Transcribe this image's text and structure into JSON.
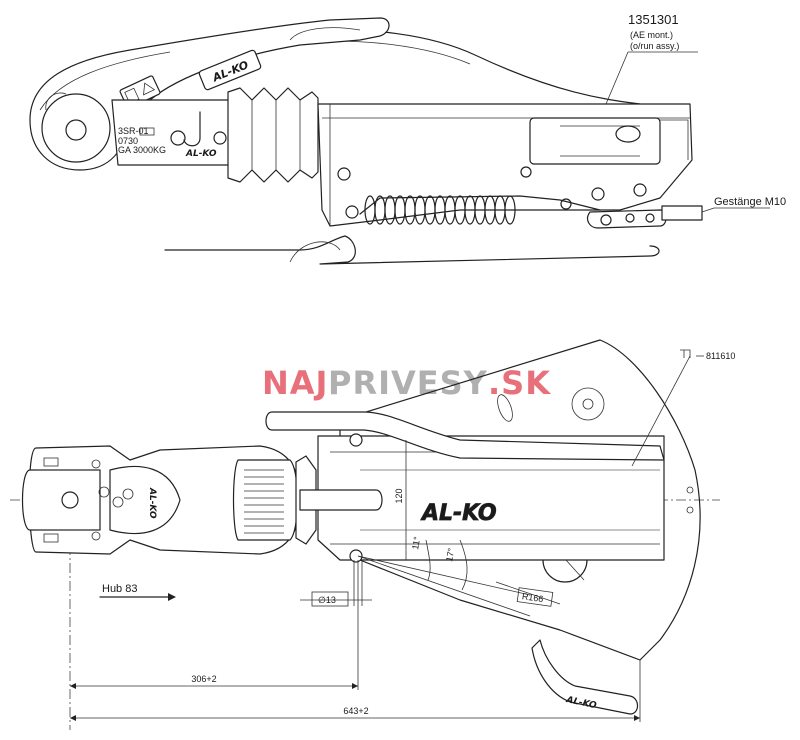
{
  "top_view": {
    "part_number": "1351301",
    "part_note_1": "(AE mont.)",
    "part_note_2": "(o/run assy.)",
    "rod_label": "Gestänge M10",
    "logo_text": "AL-KO",
    "handle_logo_text": "AL-KO",
    "plate_code": "3SR-01",
    "plate_code_2": "0730",
    "plate_capacity": "GA 3000KG"
  },
  "bottom_view": {
    "part_ref": "811610",
    "stroke_label": "Hub 83",
    "dim_120": "120",
    "dim_diameter": "∅13",
    "dim_radius": "R166",
    "angle_1": "11°",
    "angle_2": "17°",
    "dim_306": "306+2",
    "dim_643": "643+2",
    "body_logo": "AL-KO",
    "head_logo": "AL-KO",
    "handle_logo": "AL-KO"
  },
  "watermark": {
    "part_1": "NAJ",
    "part_2": "PRIVESY",
    "part_3": ".SK",
    "color_1": "#e8707a",
    "color_2": "#b0b0b0"
  }
}
